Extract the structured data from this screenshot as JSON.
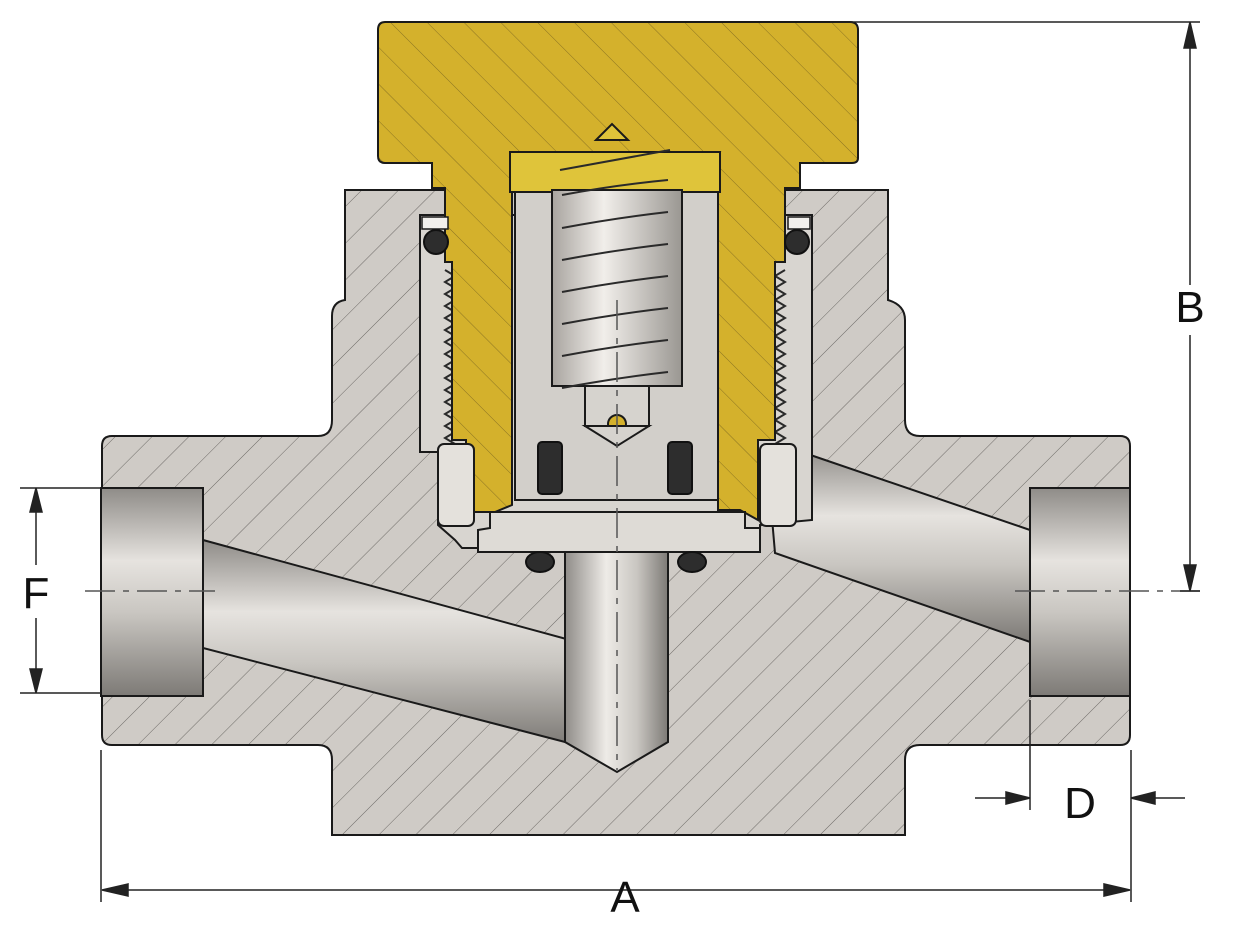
{
  "drawing": {
    "kind": "cross-section",
    "dimensions": {
      "a": "A",
      "b": "B",
      "d": "D",
      "f": "F"
    }
  },
  "colors": {
    "body": "#cfcbc6",
    "cap": "#d4b12c",
    "pipe": "#b9b6b1",
    "seal": "#2d2d2d",
    "outline": "#1a1a1a",
    "line": "#555555"
  }
}
